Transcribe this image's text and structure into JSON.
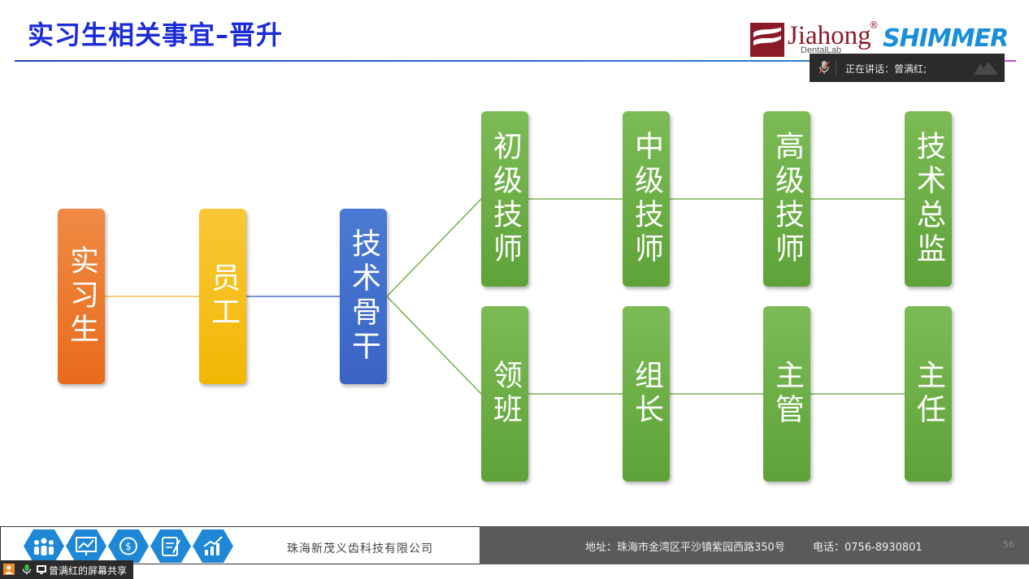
{
  "slide": {
    "title": "实习生相关事宜–晋升"
  },
  "logos": {
    "jiahong_text": "Jiahong",
    "jiahong_reg": "®",
    "jiahong_sub": "DentalLab",
    "shimmer_text": "SHIMMER"
  },
  "speaker": {
    "label": "正在讲话：曾满红;"
  },
  "diagram": {
    "boxes": {
      "intern": "实习生",
      "employee": "员工",
      "core": "技术骨干",
      "junior_tech": "初级技师",
      "mid_tech": "中级技师",
      "senior_tech": "高级技师",
      "tech_director": "技术总监",
      "team_leader": "领班",
      "group_leader": "组长",
      "supervisor": "主管",
      "director": "主任"
    },
    "colors": {
      "orange": "#e86b1c",
      "yellow": "#f2b705",
      "blue": "#3a64c4",
      "green": "#5fa239"
    }
  },
  "footer": {
    "company": "珠海新茂义齿科技有限公司",
    "address": "地址：珠海市金湾区平沙镇紫园西路350号",
    "phone": "电话：0756-8930801",
    "page_number": "56"
  },
  "share": {
    "label": "曾满红的屏幕共享"
  }
}
